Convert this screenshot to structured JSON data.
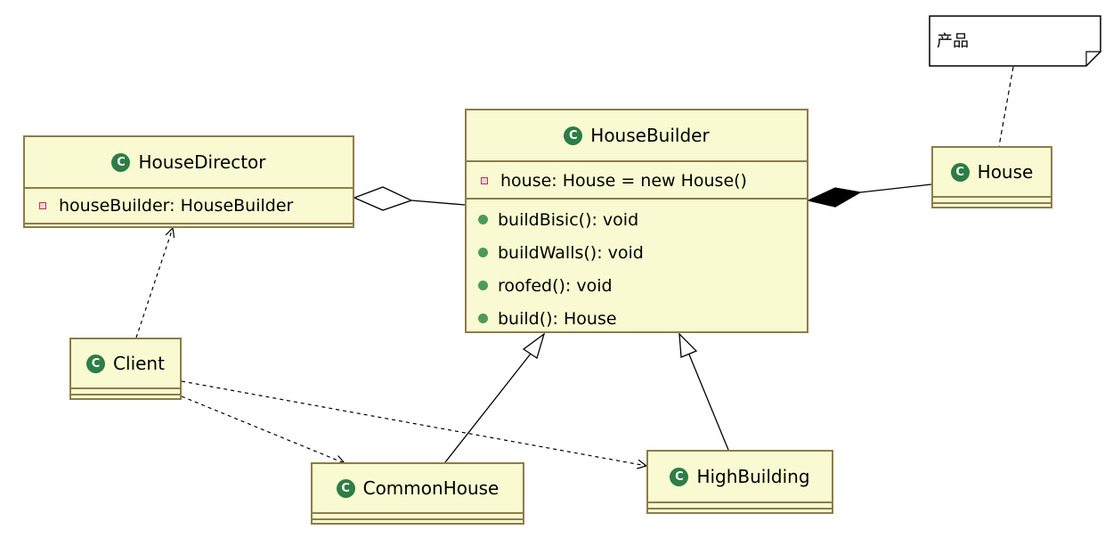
{
  "note": {
    "text": "产品"
  },
  "classes": {
    "house_builder": {
      "name": "HouseBuilder",
      "icon": "class-icon",
      "fields": [
        "house: House = new House()"
      ],
      "methods": [
        "buildBisic(): void",
        "buildWalls(): void",
        "roofed(): void",
        "build(): House"
      ]
    },
    "house_director": {
      "name": "HouseDirector",
      "icon": "class-icon",
      "fields": [
        "houseBuilder: HouseBuilder"
      ]
    },
    "house": {
      "name": "House",
      "icon": "class-icon"
    },
    "client": {
      "name": "Client",
      "icon": "class-icon"
    },
    "common_house": {
      "name": "CommonHouse",
      "icon": "class-icon"
    },
    "high_building": {
      "name": "HighBuilding",
      "icon": "class-icon"
    }
  },
  "colors": {
    "class_fill": "#fafad2",
    "class_border": "#8b7d4a",
    "class_icon": "#2d7d45",
    "public_marker": "#4f9a58",
    "private_marker": "#b8344a",
    "line": "#000000"
  },
  "relationships": [
    {
      "type": "aggregation",
      "from": "house_director",
      "to": "house_builder"
    },
    {
      "type": "composition",
      "from": "house_builder",
      "to": "house"
    },
    {
      "type": "dependency",
      "from": "client",
      "to": "house_director"
    },
    {
      "type": "dependency",
      "from": "client",
      "to": "common_house"
    },
    {
      "type": "dependency",
      "from": "client",
      "to": "high_building"
    },
    {
      "type": "generalization",
      "from": "common_house",
      "to": "house_builder"
    },
    {
      "type": "generalization",
      "from": "high_building",
      "to": "house_builder"
    },
    {
      "type": "note-link",
      "from": "note",
      "to": "house"
    }
  ]
}
